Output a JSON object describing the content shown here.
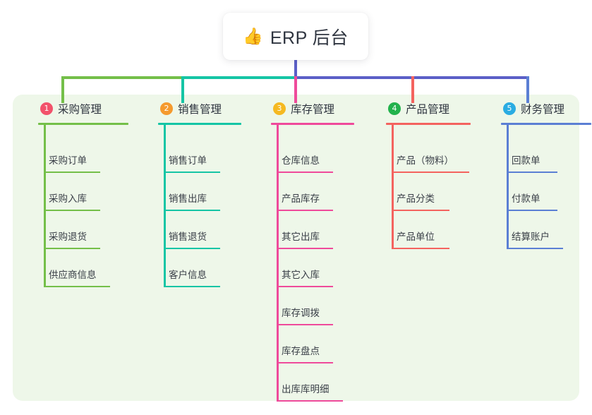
{
  "root": {
    "icon": "thumbs-up-icon",
    "icon_glyph": "👍",
    "title": "ERP 后台"
  },
  "colors": {
    "panel_bg": "#eef7e9",
    "page_bg": "#ffffff",
    "text": "#2f3540",
    "trunk": "#5b5fc7",
    "bus_green": "#74bf49",
    "bus_teal": "#15c5a5",
    "bus_blue": "#5b5fc7"
  },
  "columns": [
    {
      "number": "1",
      "badge_color": "#f2526b",
      "line_color": "#74bf49",
      "title": "采购管理",
      "items": [
        {
          "label": "采购订单",
          "rule_width": 80
        },
        {
          "label": "采购入库",
          "rule_width": 80
        },
        {
          "label": "采购退货",
          "rule_width": 80
        },
        {
          "label": "供应商信息",
          "rule_width": 94
        }
      ]
    },
    {
      "number": "2",
      "badge_color": "#f59a2e",
      "line_color": "#15c5a5",
      "title": "销售管理",
      "items": [
        {
          "label": "销售订单",
          "rule_width": 80
        },
        {
          "label": "销售出库",
          "rule_width": 80
        },
        {
          "label": "销售退货",
          "rule_width": 80
        },
        {
          "label": "客户信息",
          "rule_width": 80
        }
      ]
    },
    {
      "number": "3",
      "badge_color": "#f5b921",
      "line_color": "#ef4a9b",
      "title": "库存管理",
      "items": [
        {
          "label": "仓库信息",
          "rule_width": 80
        },
        {
          "label": "产品库存",
          "rule_width": 80
        },
        {
          "label": "其它出库",
          "rule_width": 80
        },
        {
          "label": "其它入库",
          "rule_width": 80
        },
        {
          "label": "库存调拨",
          "rule_width": 80
        },
        {
          "label": "库存盘点",
          "rule_width": 80
        },
        {
          "label": "出库库明细",
          "rule_width": 94
        }
      ]
    },
    {
      "number": "4",
      "badge_color": "#22b24c",
      "line_color": "#f4635f",
      "title": "产品管理",
      "items": [
        {
          "label": "产品（物料）",
          "rule_width": 110
        },
        {
          "label": "产品分类",
          "rule_width": 82
        },
        {
          "label": "产品单位",
          "rule_width": 82
        }
      ]
    },
    {
      "number": "5",
      "badge_color": "#2aace2",
      "line_color": "#5b7fd4",
      "title": "财务管理",
      "items": [
        {
          "label": "回款单",
          "rule_width": 72
        },
        {
          "label": "付款单",
          "rule_width": 72
        },
        {
          "label": "结算账户",
          "rule_width": 80
        }
      ]
    }
  ]
}
